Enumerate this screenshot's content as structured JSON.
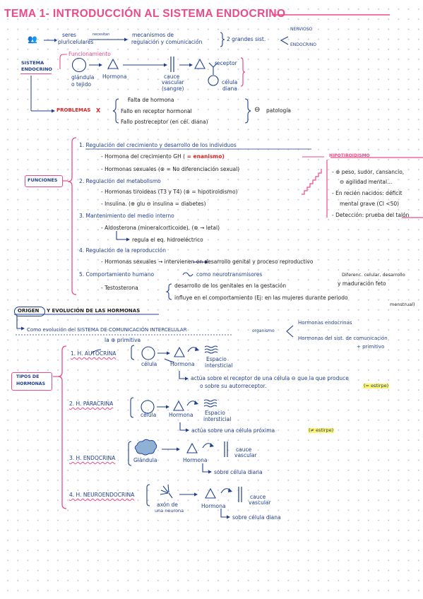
{
  "title": "TEMA 1- INTRODUCCIÓN AL SISTEMA ENDOCRINO",
  "intro": {
    "seres_a": "seres",
    "seres_b": "pluricelulares",
    "necesitan": "necesitan",
    "mecanismos_a": "mecanismos de",
    "mecanismos_b": "regulación y comunicación",
    "grandes": "2 grandes sist.",
    "nervioso": "NERVIOSO",
    "endocrino": "ENDOCRINO"
  },
  "sistema": {
    "label_a": "SISTEMA",
    "label_b": "ENDOCRINO",
    "funcionamiento": "Funcionamiento",
    "glandula_a": "glándula",
    "glandula_b": "o tejido",
    "hormona": "Hormona",
    "cauce_a": "cauce",
    "cauce_b": "vascular",
    "cauce_c": "(sangre)",
    "receptor": "receptor",
    "celula_a": "célula",
    "celula_b": "diana"
  },
  "problemas": {
    "label": "PROBLEMAS",
    "x": "X",
    "items": [
      "Falta de hormona",
      "Fallo en receptor hormonal",
      "Fallo postreceptor (en cél. diana)"
    ],
    "patologia": "patología",
    "patologia_symbol": "⊖"
  },
  "funciones": {
    "label": "FUNCIONES",
    "f1_title": "1. Regulación del crecimiento y desarrollo de los individuos",
    "f1_a": "- Hormona del crecimiento GH (",
    "f1_a_strike": "GH",
    "f1_a_rest": "= enanismo)",
    "f1_b": "- Hormonas sexuales (⊗ = No diferenciación sexual)",
    "f2_title": "2. Regulación del metabolismo",
    "f2_a": "- Hormonas tiroideas (T3 y T4) (⊗ = hipotiroidismo)",
    "f2_b": "- Insulina. (⊕ glu ⊖ insulina = diabetes)",
    "f3_title": "3. Mantenimiento del medio interno",
    "f3_a": "- Aldosterona (mineralcorticoide). (⊗ → letal)",
    "f3_b": "regula el eq. hidroeléctrico",
    "f4_title": "4. Regulación de la reproducción",
    "f4_a": "- Hormonas sexuales → intervienen en desarrollo genital y proceso reproductivo",
    "f5_title": "5. Comportamiento humano",
    "f5_mid": "como neurotransmisores",
    "f5_right": "Diferenc. celular, desarrollo",
    "f5_b_left": "- Testosterona",
    "f5_b_1": "desarrollo de los genitales en la gestación",
    "f5_b_1r": "y maduración feto",
    "f5_b_2": "influye en el comportamiento (Ej: en las mujeres durante periodo",
    "f5_b_3": "menstrual)"
  },
  "hipotiroidismo": {
    "title": "HIPOTIROIDISMO",
    "lines": [
      "- ⊕ peso, sudor, cansancio,",
      "⊖ agilidad mental...",
      "- En recién nacidos: déficit",
      "mental grave (CI <50)",
      "- Detección: prueba del talón"
    ]
  },
  "origen": {
    "title_a": "ORIGEN",
    "title_b": "Y EVOLUCIÓN DE LAS HORMONAS",
    "line": "Como evolución del SISTEMA DE COMUNICACIÓN INTERCELULAR",
    "organismo": "organismo",
    "hormonas_endocrinas": "Hormonas endocrinas",
    "hormonas_sist_a": "Hormonas del sist. de comunicación",
    "hormonas_sist_b": "+ primitivo"
  },
  "tipos": {
    "label_a": "TIPOS DE",
    "label_b": "HORMONAS",
    "primitiva": "la ⊕ primitiva",
    "autocrina": {
      "title": "1. H. AUTOCRINA",
      "celula": "célula",
      "hormona": "Hormona",
      "espacio_a": "Espacio",
      "espacio_b": "intersticial",
      "note_a": "actúa sobre el receptor de una célula ⊖ que la que produce",
      "note_b": "o sobre su autorreceptor.",
      "note_hl": "(= estirpe)"
    },
    "paracrina": {
      "title": "2. H. PARACRINA",
      "celula": "célula",
      "hormona": "Hormona",
      "espacio_a": "Espacio",
      "espacio_b": "intersticial",
      "note": "actúa sobre una célula próxima",
      "note_hl": "(≠ estirpe)"
    },
    "endocrina": {
      "title": "3. H. ENDOCRINA",
      "glandula": "Glándula",
      "hormona": "Hormona",
      "cauce_a": "cauce",
      "cauce_b": "vascular",
      "note": "sobre célula diana"
    },
    "neuroendocrina": {
      "title": "4. H. NEUROENDOCRINA",
      "axon_a": "axón de",
      "axon_b": "una neurona",
      "hormona": "Hormona",
      "cauce_a": "cauce",
      "cauce_b": "vascular",
      "note": "sobre célula diana"
    }
  },
  "colors": {
    "pink": "#ec4a8a",
    "blue": "#1f3f8f",
    "red": "#d8262b",
    "highlight": "#fff36a"
  }
}
